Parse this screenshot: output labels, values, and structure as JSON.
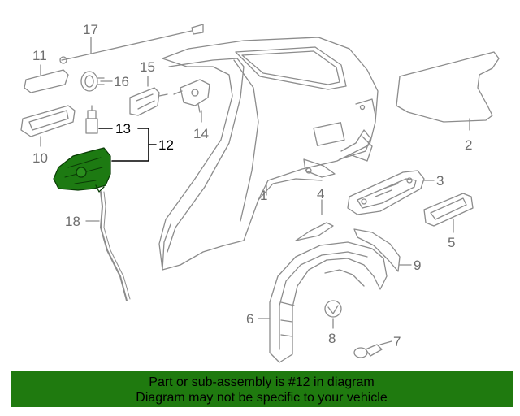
{
  "colors": {
    "highlight_part": "#1d7a12",
    "banner_bg": "#1f7a0f",
    "line_gray": "#8c8c8c",
    "highlight_text": "#000000"
  },
  "callouts": {
    "c1": "1",
    "c2": "2",
    "c3": "3",
    "c4": "4",
    "c5": "5",
    "c6": "6",
    "c7": "7",
    "c8": "8",
    "c9": "9",
    "c10": "10",
    "c11": "11",
    "c12": "12",
    "c13": "13",
    "c14": "14",
    "c15": "15",
    "c16": "16",
    "c17": "17",
    "c18": "18"
  },
  "highlighted_callout": "12",
  "banner": {
    "line1": "Part or sub-assembly is #12 in diagram",
    "line2": "Diagram may not be specific to your vehicle"
  }
}
